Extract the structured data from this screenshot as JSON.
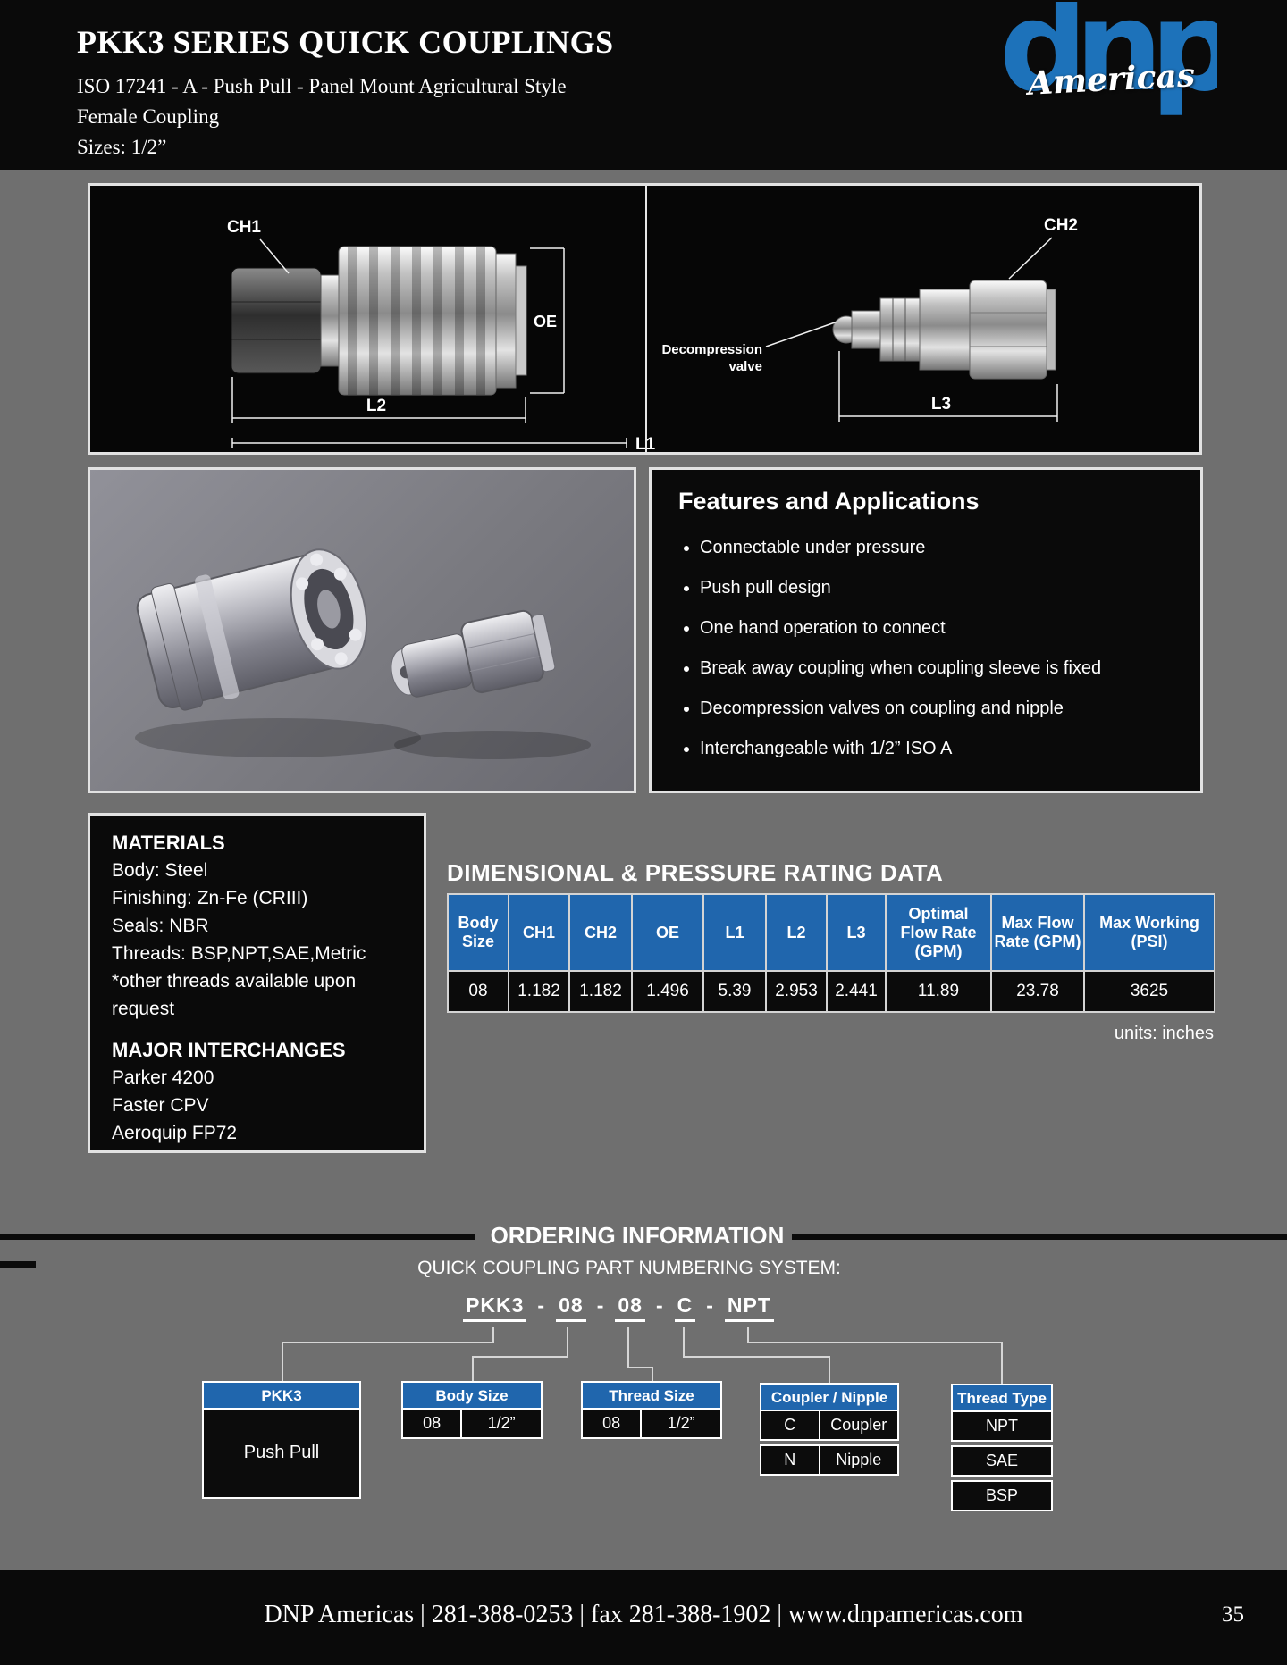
{
  "colors": {
    "accent_blue": "#2066ad",
    "logo_blue": "#1d72ba",
    "page_gray": "#6f6f6f",
    "panel_black": "#0a0a0a"
  },
  "header": {
    "title": "PKK3 SERIES QUICK COUPLINGS",
    "subtitle1": "ISO 17241 - A - Push Pull - Panel Mount Agricultural Style",
    "subtitle2": "Female Coupling",
    "subtitle3": "Sizes: 1/2”",
    "logo_word": "dnp",
    "logo_script": "Americas"
  },
  "drawing": {
    "labels": {
      "ch1": "CH1",
      "ch2": "CH2",
      "oe": "OE",
      "l1": "L1",
      "l2": "L2",
      "l3": "L3",
      "decompression1": "Decompression",
      "decompression2": "valve"
    }
  },
  "features": {
    "title": "Features and Applications",
    "items": [
      "Connectable under pressure",
      "Push pull design",
      "One hand operation to connect",
      "Break away coupling when coupling sleeve is fixed",
      "Decompression valves on coupling and nipple",
      "Interchangeable with 1/2” ISO A"
    ]
  },
  "materials": {
    "title": "MATERIALS",
    "lines": [
      "Body: Steel",
      "Finishing: Zn-Fe (CRIII)",
      "Seals: NBR",
      "Threads: BSP,NPT,SAE,Metric",
      "*other threads available upon request"
    ],
    "interchanges_title": "MAJOR INTERCHANGES",
    "interchanges": [
      "Parker 4200",
      "Faster CPV",
      "Aeroquip FP72"
    ]
  },
  "dimensional": {
    "title": "DIMENSIONAL & PRESSURE RATING DATA",
    "units_note": "units: inches",
    "columns": [
      "Body Size",
      "CH1",
      "CH2",
      "OE",
      "L1",
      "L2",
      "L3",
      "Optimal Flow Rate (GPM)",
      "Max Flow Rate (GPM)",
      "Max Working (PSI)"
    ],
    "rows": [
      [
        "08",
        "1.182",
        "1.182",
        "1.496",
        "5.39",
        "2.953",
        "2.441",
        "11.89",
        "23.78",
        "3625"
      ]
    ]
  },
  "ordering": {
    "title": "ORDERING INFORMATION",
    "subtitle": "QUICK COUPLING PART NUMBERING SYSTEM:",
    "part_number": {
      "segments": [
        "PKK3",
        "08",
        "08",
        "C",
        "NPT"
      ],
      "separator": "-"
    },
    "boxes": {
      "series": {
        "header": "PKK3",
        "body": "Push Pull"
      },
      "body_size": {
        "header": "Body Size",
        "rows": [
          [
            "08",
            "1/2”"
          ]
        ]
      },
      "thread_size": {
        "header": "Thread Size",
        "rows": [
          [
            "08",
            "1/2”"
          ]
        ]
      },
      "coupler_nipple": {
        "header": "Coupler / Nipple",
        "rows": [
          [
            "C",
            "Coupler"
          ],
          [
            "N",
            "Nipple"
          ]
        ]
      },
      "thread_type": {
        "header": "Thread Type",
        "rows": [
          [
            "NPT"
          ],
          [
            "SAE"
          ],
          [
            "BSP"
          ]
        ]
      }
    }
  },
  "footer": {
    "text": "DNP Americas | 281-388-0253 | fax 281-388-1902 | www.dnpamericas.com",
    "page_number": "35"
  }
}
